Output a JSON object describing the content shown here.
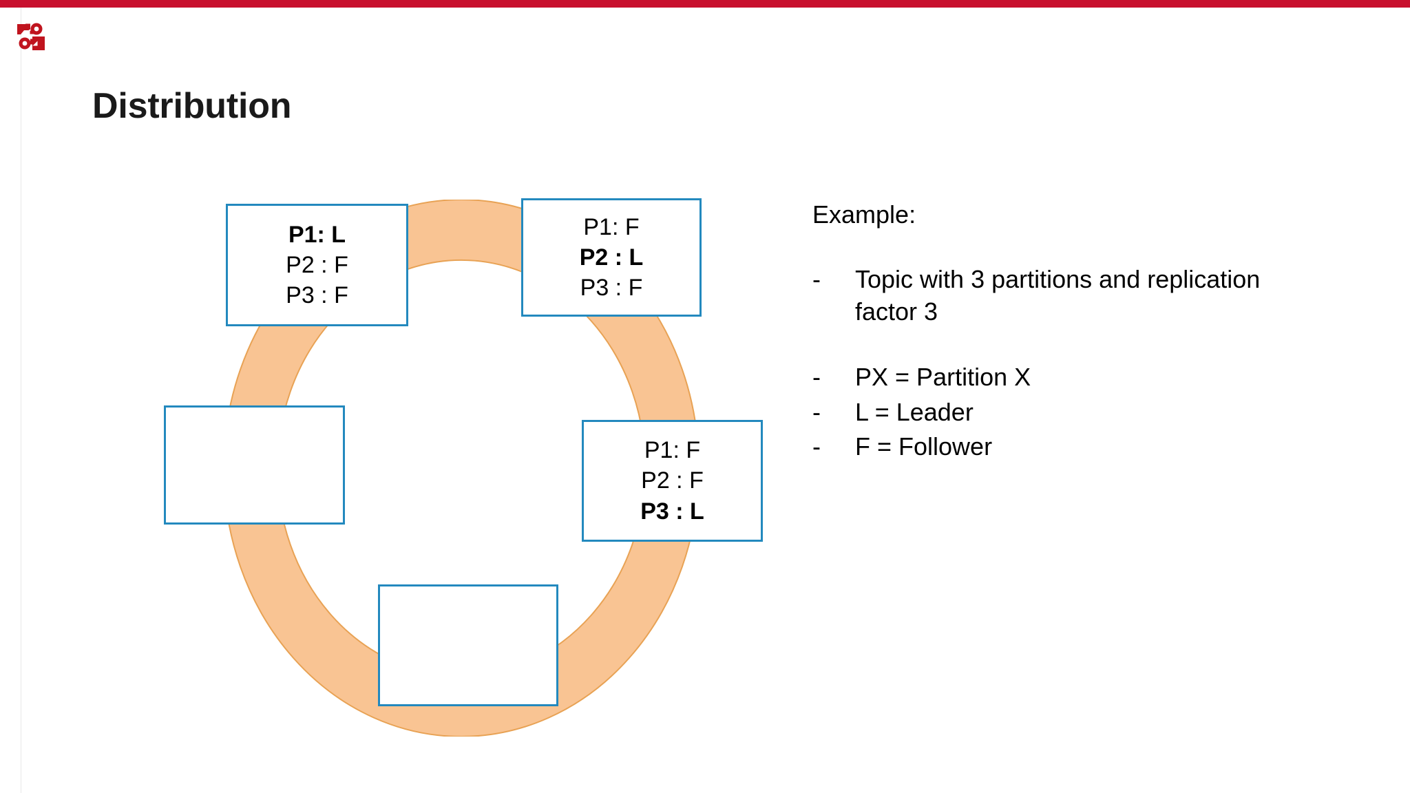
{
  "slide": {
    "title": "Distribution",
    "accent_red": "#C8102E",
    "box_border_blue": "#2389BE",
    "ring_fill_orange": "#F9C493",
    "ring_stroke_orange": "#E8A254"
  },
  "logo": {
    "name": "company-logo",
    "color": "#C8102E"
  },
  "diagram": {
    "type": "ring-of-brokers",
    "nodes": [
      {
        "id": "node-a",
        "position": "top-left",
        "lines": [
          {
            "text": "P1: L",
            "bold": true
          },
          {
            "text": "P2 : F",
            "bold": false
          },
          {
            "text": "P3 : F",
            "bold": false
          }
        ]
      },
      {
        "id": "node-b",
        "position": "top-right",
        "lines": [
          {
            "text": "P1: F",
            "bold": false
          },
          {
            "text": "P2 : L",
            "bold": true
          },
          {
            "text": "P3 : F",
            "bold": false
          }
        ]
      },
      {
        "id": "node-c",
        "position": "right",
        "lines": [
          {
            "text": "P1: F",
            "bold": false
          },
          {
            "text": "P2 : F",
            "bold": false
          },
          {
            "text": "P3 : L",
            "bold": true
          }
        ]
      },
      {
        "id": "node-d",
        "position": "left",
        "lines": []
      },
      {
        "id": "node-e",
        "position": "bottom",
        "lines": []
      }
    ]
  },
  "example": {
    "heading": "Example:",
    "bullets": [
      {
        "mark": "-",
        "text": "Topic with 3 partitions and replication factor 3",
        "spacer_after": true
      },
      {
        "mark": "-",
        "text": "PX = Partition X",
        "spacer_after": false
      },
      {
        "mark": "-",
        "text": "L = Leader",
        "spacer_after": false
      },
      {
        "mark": "-",
        "text": "F = Follower",
        "spacer_after": false
      }
    ]
  }
}
